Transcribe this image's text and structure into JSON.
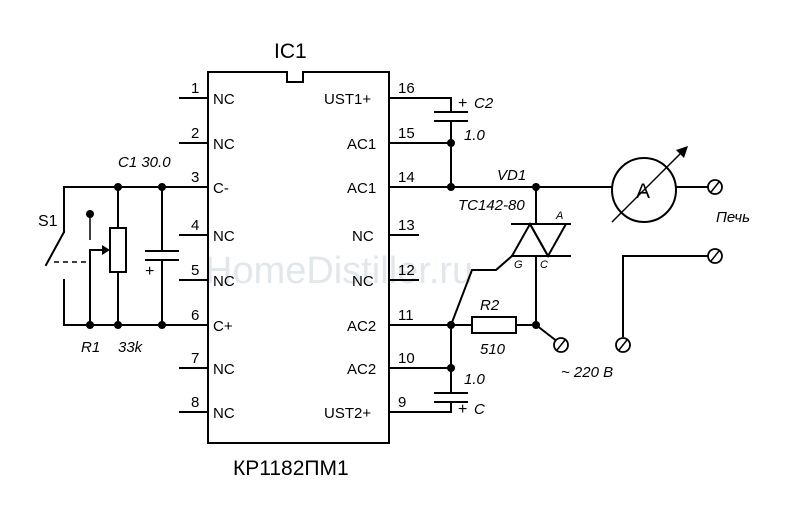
{
  "watermark": "HomeDistiller.ru",
  "ic": {
    "ref": "IC1",
    "part": "КР1182ПМ1",
    "left_pins": [
      {
        "num": "1",
        "name": "NC"
      },
      {
        "num": "2",
        "name": "NC"
      },
      {
        "num": "3",
        "name": "C-"
      },
      {
        "num": "4",
        "name": "NC"
      },
      {
        "num": "5",
        "name": "NC"
      },
      {
        "num": "6",
        "name": "C+"
      },
      {
        "num": "7",
        "name": "NC"
      },
      {
        "num": "8",
        "name": "NC"
      }
    ],
    "right_pins": [
      {
        "num": "16",
        "name": "UST1+"
      },
      {
        "num": "15",
        "name": "AC1"
      },
      {
        "num": "14",
        "name": "AC1"
      },
      {
        "num": "13",
        "name": "NC"
      },
      {
        "num": "12",
        "name": "NC"
      },
      {
        "num": "11",
        "name": "AC2"
      },
      {
        "num": "10",
        "name": "AC2"
      },
      {
        "num": "9",
        "name": "UST2+"
      }
    ]
  },
  "components": {
    "switch": "S1",
    "cap_c1": "C1 30.0",
    "cap_plus": "+",
    "r1_ref": "R1",
    "r1_val": "33k",
    "c2_plus": "+",
    "c2_ref": "C2",
    "c2_val": "1.0",
    "c_bottom_val": "1.0",
    "c_bottom_plus": "+",
    "c_bottom_ref": "C",
    "vd1_ref": "VD1",
    "vd1_part": "TC142-80",
    "triac_a": "A",
    "triac_g": "G",
    "triac_c": "C",
    "r2_ref": "R2",
    "r2_val": "510",
    "ammeter": "A",
    "load": "Печь",
    "mains": "~ 220 В"
  }
}
